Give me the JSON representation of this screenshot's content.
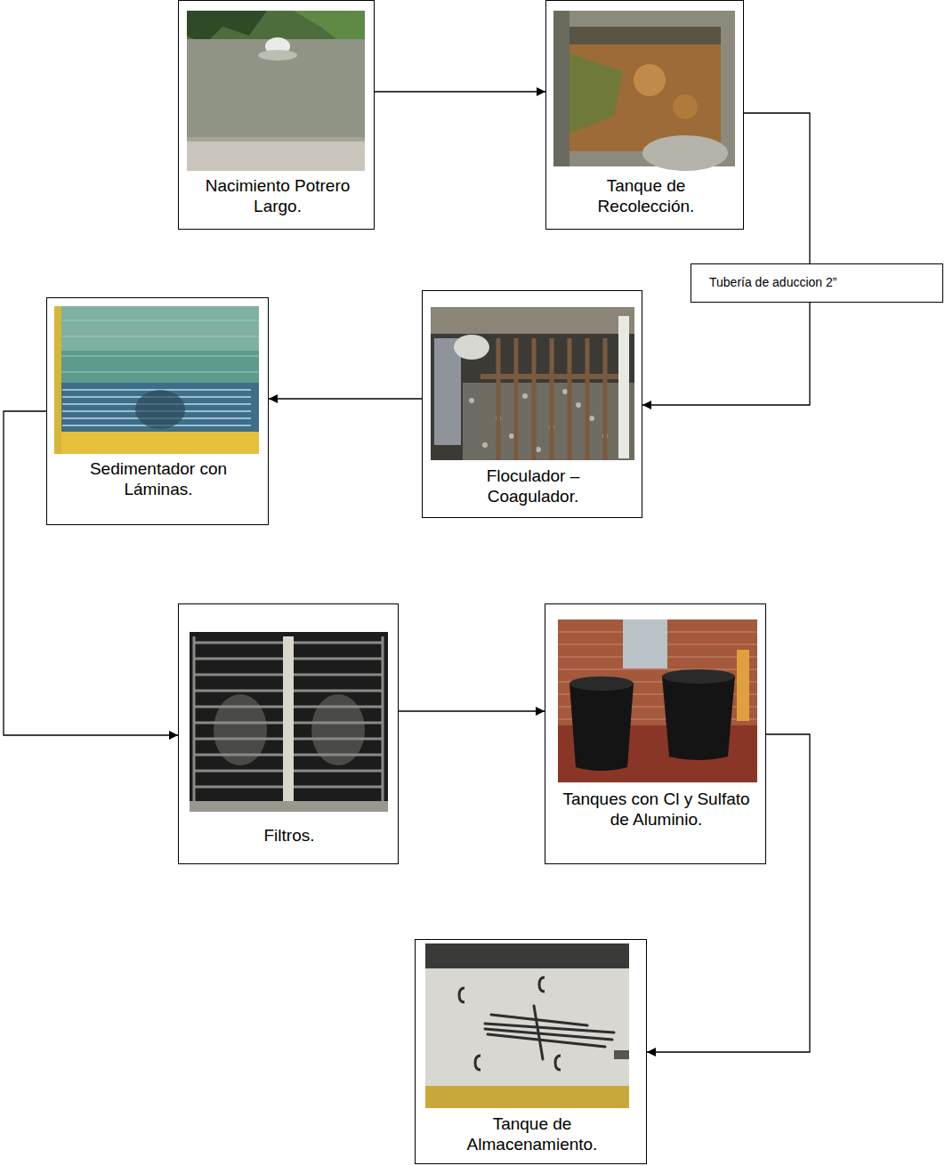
{
  "diagram": {
    "nodes": [
      {
        "text": [
          "Nacimiento Potrero Largo."
        ]
      },
      {
        "text": [
          "Tanque de Recolección."
        ]
      },
      {
        "text": [
          "Sedimentador con Láminas."
        ]
      },
      {
        "text": [
          "Floculador – Coagulador."
        ]
      },
      {
        "text": [
          "Filtros."
        ]
      },
      {
        "text": [
          "Tanques con Cl y Sulfato de Aluminio."
        ]
      },
      {
        "text": [
          "Tanque de Almacenamiento."
        ]
      }
    ],
    "edges": [
      {
        "from": 0,
        "to": 1,
        "arrow": "to"
      },
      {
        "from": 1,
        "to": 3,
        "label": "Tubería de aduccion 2”",
        "arrow": "to"
      },
      {
        "from": 3,
        "to": 2,
        "arrow": "to"
      },
      {
        "from": 2,
        "to": 4,
        "arrow": "to"
      },
      {
        "from": 4,
        "to": 5,
        "arrow": "to"
      },
      {
        "from": 5,
        "to": 6,
        "arrow": "to"
      }
    ]
  }
}
